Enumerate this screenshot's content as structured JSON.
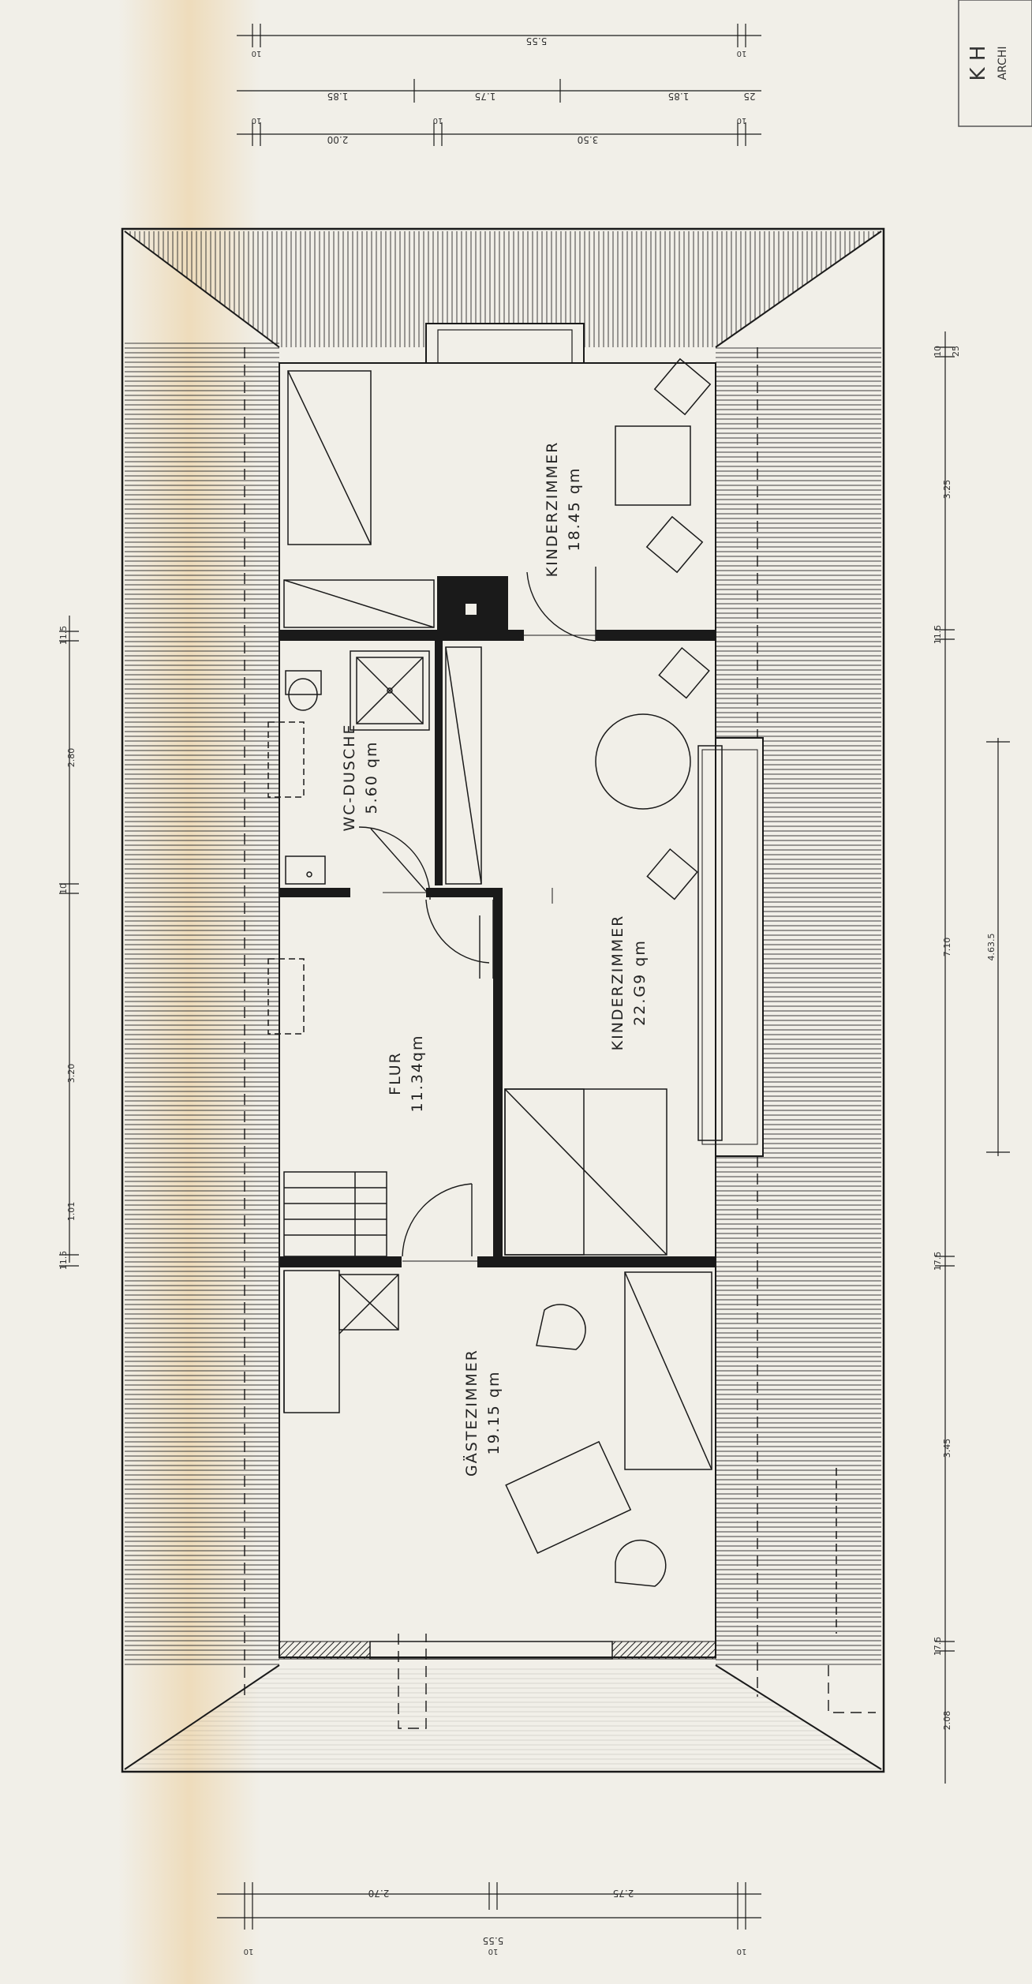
{
  "colors": {
    "paper": "#f1efe8",
    "ink": "#1a1a1a",
    "stain": "#e8b868"
  },
  "rooms": [
    {
      "id": "kinder1",
      "name": "KINDERZIMMER",
      "area": "18.45 qm"
    },
    {
      "id": "wc",
      "name": "WC-DUSCHE",
      "area": "5.60 qm"
    },
    {
      "id": "kinder2",
      "name": "KINDERZIMMER",
      "area": "22.G9 qm"
    },
    {
      "id": "flur",
      "name": "FLUR",
      "area": "11.34qm"
    },
    {
      "id": "gast",
      "name": "GÄSTEZIMMER",
      "area": "19.15 qm"
    }
  ],
  "dimensions": {
    "top": {
      "row1": [
        "5.55"
      ],
      "row2": [
        "1.85",
        "1.75",
        "1.85",
        "25"
      ],
      "row3": [
        "2.00",
        "3.50"
      ],
      "small": [
        "10",
        "10",
        "10",
        "10",
        "10"
      ]
    },
    "left": [
      "11.5",
      "2.80",
      "10",
      "3.20",
      "1.01",
      "11.5"
    ],
    "right": [
      "10",
      "25",
      "3.25",
      "11.5",
      "7.10",
      "4.63.5",
      "17.5",
      "3.45",
      "17.5",
      "2.08"
    ],
    "bottom": {
      "row1": [
        "2.70",
        "2.75"
      ],
      "row2": [
        "5.55"
      ],
      "small": [
        "10",
        "10",
        "10"
      ]
    }
  },
  "title_block": {
    "line1": "K H",
    "line2": "ARCHI"
  }
}
